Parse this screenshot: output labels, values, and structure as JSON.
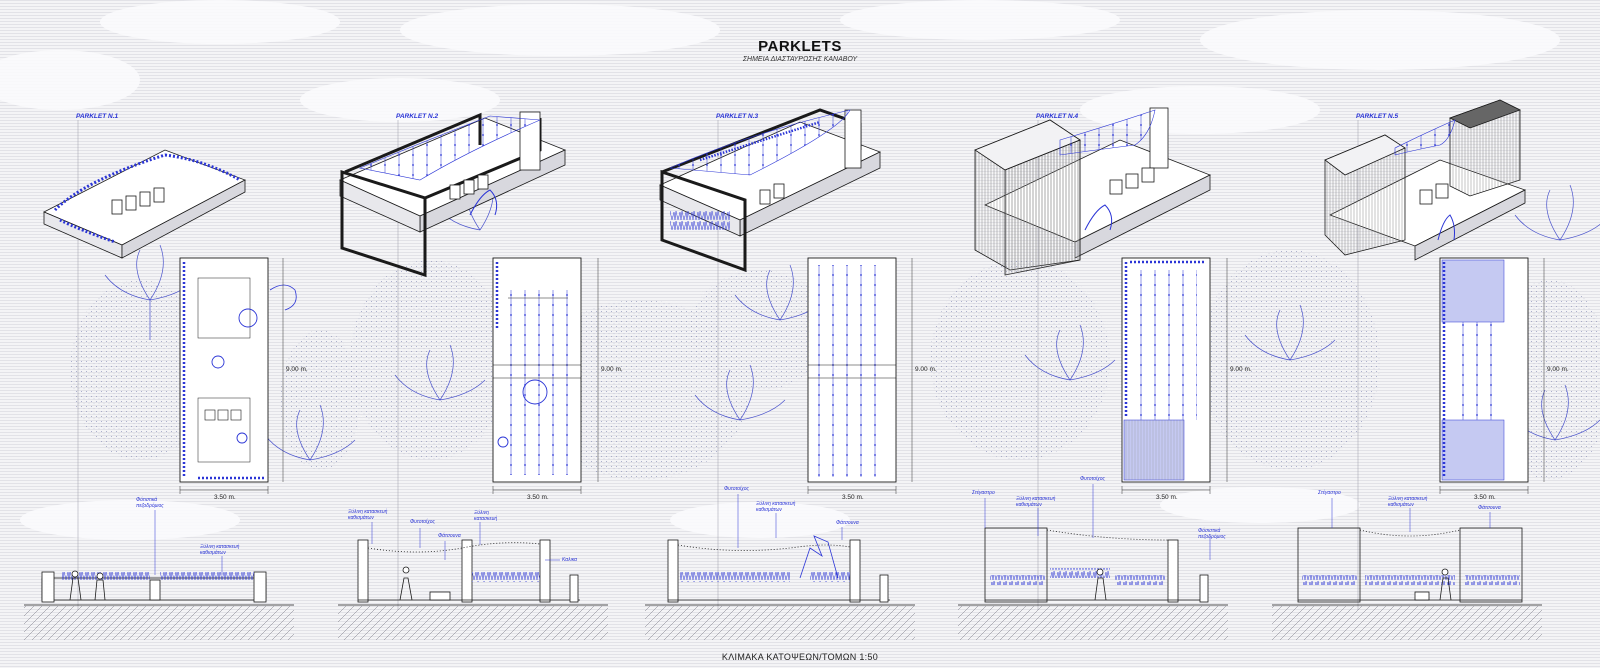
{
  "title": "PARKLETS",
  "subtitle": "ΣΗΜΕΙΑ ΔΙΑΣΤΑΥΡΩΣΗΣ ΚΑΝΑΒΟΥ",
  "footer": "ΚΛΙΜΑΚΑ ΚΑΤΟΨΕΩΝ/ΤΟΜΩΝ 1:50",
  "colors": {
    "accent": "#2b35d6",
    "line": "#1a1a1a",
    "background": "#f4f4f6"
  },
  "parklets": [
    {
      "label": "PARKLET N.1",
      "width_dim": "3.50 m.",
      "length_dim": "9.00 m.",
      "annotations": [
        "Φότιστικά πεζοδρόμιος",
        "Ξύλινη κατασκευή καθισμάτων"
      ]
    },
    {
      "label": "PARKLET N.2",
      "width_dim": "3.50 m.",
      "length_dim": "9.00 m.",
      "annotations": [
        "Φυτοτοίχος",
        "Ξύλινη κατασκευή καθισμάτων",
        "Ξύλινη κατασκευή",
        "Φάτσουνα",
        "Καλικα"
      ]
    },
    {
      "label": "PARKLET N.3",
      "width_dim": "3.50 m.",
      "length_dim": "9.00 m.",
      "annotations": [
        "Φυτοτοίχος",
        "Ξύλινη κατασκευή καθισμάτων",
        "Φάτσουνα"
      ]
    },
    {
      "label": "PARKLET N.4",
      "width_dim": "3.50 m.",
      "length_dim": "9.00 m.",
      "annotations": [
        "Στέγαστρο",
        "Ξύλινη κατασκευή καθισμάτων",
        "Φυτοτοίχος",
        "Φόσιστικά πεζοδρόμιος"
      ]
    },
    {
      "label": "PARKLET N.5",
      "width_dim": "3.50 m.",
      "length_dim": "9.00 m.",
      "annotations": [
        "Στέγαστρο",
        "Ξύλινη κατασκευή καθισμάτων",
        "Φάτσουνα"
      ]
    }
  ]
}
